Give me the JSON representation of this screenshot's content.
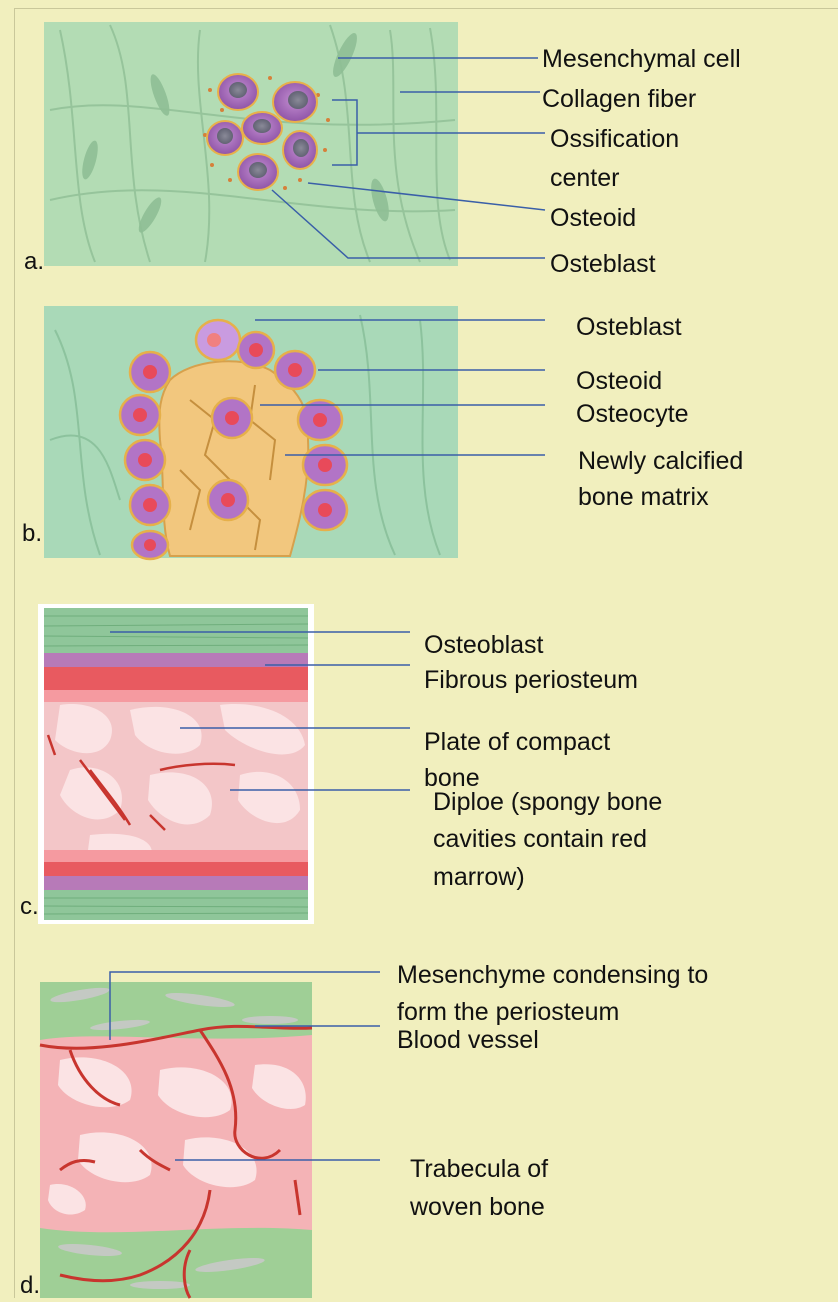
{
  "panels": {
    "a": {
      "letter": "a.",
      "labels": {
        "mesenchymal_cell": "Mesenchymal cell",
        "collagen_fiber": "Collagen fiber",
        "ossification_center_line1": "Ossification",
        "ossification_center_line2": "center",
        "osteoid": "Osteoid",
        "osteblast": "Osteblast"
      }
    },
    "b": {
      "letter": "b.",
      "labels": {
        "osteblast": "Osteblast",
        "osteoid": "Osteoid",
        "osteocyte": "Osteocyte",
        "matrix_line1": "Newly calcified",
        "matrix_line2": "bone matrix"
      }
    },
    "c": {
      "letter": "c.",
      "labels": {
        "osteoblast": "Osteoblast",
        "fibrous_periosteum": "Fibrous periosteum",
        "compact_line1": "Plate of compact",
        "compact_line2": "bone",
        "diploe_line1": "Diploe (spongy bone",
        "diploe_line2": "cavities contain red",
        "diploe_line3": "marrow)"
      }
    },
    "d": {
      "letter": "d.",
      "labels": {
        "mesenchyme_line1": "Mesenchyme condensing to",
        "mesenchyme_line2": "form the periosteum",
        "blood_vessel": "Blood vessel",
        "trabecula_line1": "Trabecula of",
        "trabecula_line2": "woven bone"
      }
    }
  },
  "colors": {
    "background": "#f1efbe",
    "leader_line": "#3a5fa8",
    "tissue_green": "#a9d8b0",
    "cell_purple": "#9a5fb0",
    "nucleus_red": "#e84a5a",
    "matrix_tan": "#f2c77e",
    "bone_pink": "#f6c1c4",
    "vessel_red": "#c8352e"
  }
}
